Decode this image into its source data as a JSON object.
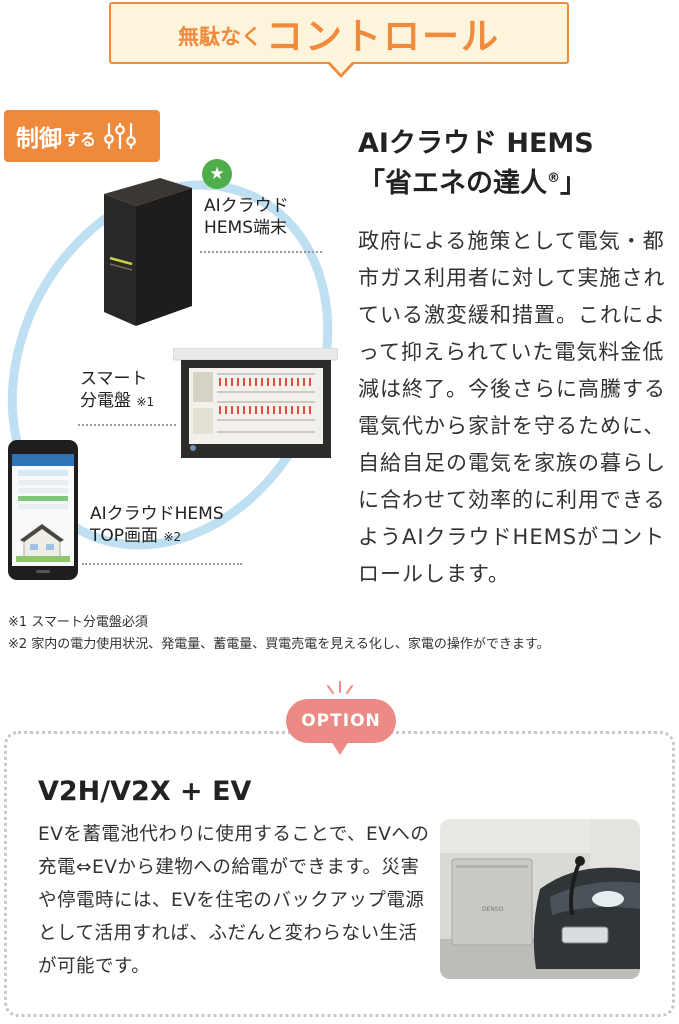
{
  "banner": {
    "small": "無駄なく",
    "large": "コントロール"
  },
  "control_tag": {
    "label": "制御",
    "suffix": "する",
    "icon": "sliders-icon"
  },
  "diagram": {
    "hems_label_line1": "AIクラウド",
    "hems_label_line2": "HEMS端末",
    "panel_label_line1": "スマート",
    "panel_label_line2": "分電盤",
    "panel_note": "※1",
    "app_label_line1": "AIクラウドHEMS",
    "app_label_line2": "TOP画面",
    "app_note": "※2",
    "star_icon": "star-icon",
    "accent_green": "#4fae4a",
    "orbit_color": "#bfe0f2"
  },
  "product": {
    "title_line1": "AIクラウド HEMS",
    "title_line2_open": "「省エネの達人",
    "title_line2_mark": "®",
    "title_line2_close": "」",
    "description": "政府による施策として電気・都市ガス利用者に対して実施されている激変緩和措置。これによって抑えられていた電気料金低減は終了。今後さらに高騰する電気代から家計を守るために、自給自足の電気を家族の暮らしに合わせて効率的に利用できるようAIクラウドHEMSがコントロールします。"
  },
  "footnotes": [
    "※1 スマート分電盤必須",
    "※2 家内の電力使用状況、発電量、蓄電量、買電売電を見える化し、家電の操作ができます。"
  ],
  "option": {
    "badge": "OPTION",
    "title": "V2H/V2X + EV",
    "description": "EVを蓄電池代わりに使用することで、EVへの充電⇔EVから建物への給電ができます。災害や停電時には、EVを住宅のバックアップ電源として活用すれば、ふだんと変わらない生活が可能です。",
    "badge_color": "#ec8a86"
  },
  "colors": {
    "accent_orange": "#f08a3c",
    "banner_bg": "#fdf4dc"
  }
}
